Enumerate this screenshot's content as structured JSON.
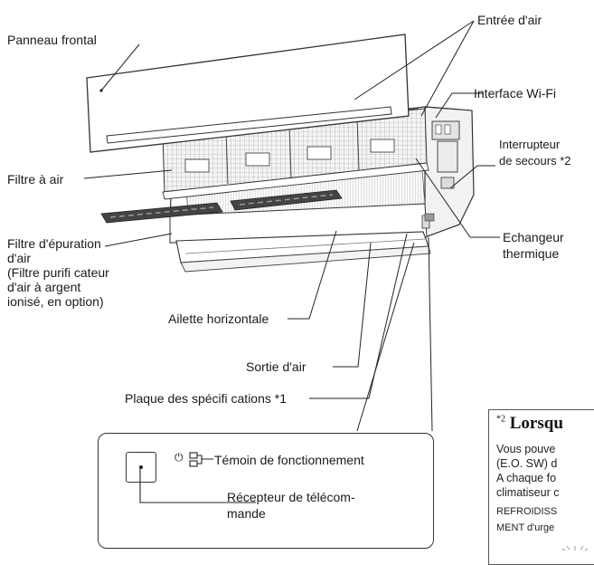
{
  "labels": {
    "front_panel": "Panneau frontal",
    "air_inlet": "Entrée d'air",
    "wifi_interface": "Interface Wi-Fi",
    "emergency_switch_1": "Interrupteur",
    "emergency_switch_2": "de secours *2",
    "air_filter": "Filtre à air",
    "purifying_filter_1": "Filtre d'épuration",
    "purifying_filter_2": "d'air",
    "purifying_filter_3": "(Filtre purifi cateur",
    "purifying_filter_4": "d'air à argent",
    "purifying_filter_5": "ionisé, en option)",
    "heat_exchanger_1": "Echangeur",
    "heat_exchanger_2": "thermique",
    "horizontal_louver": "Ailette horizontale",
    "air_outlet": "Sortie d'air",
    "spec_plate": "Plaque des spécifi cations *1"
  },
  "inset": {
    "power_symbol": "⏻",
    "operation_lamp": "Témoin de fonctionnement",
    "receiver_1": "Récepteur de télécom-",
    "receiver_2": "mande"
  },
  "note": {
    "marker": "*2",
    "title": "Lorsqu",
    "line1": "Vous pouve",
    "line2": "(E.O. SW) d",
    "line3": "A chaque fo",
    "line4": "climatiseur c",
    "line5": "REFROIDISS",
    "line6": "MENT d'urge"
  }
}
